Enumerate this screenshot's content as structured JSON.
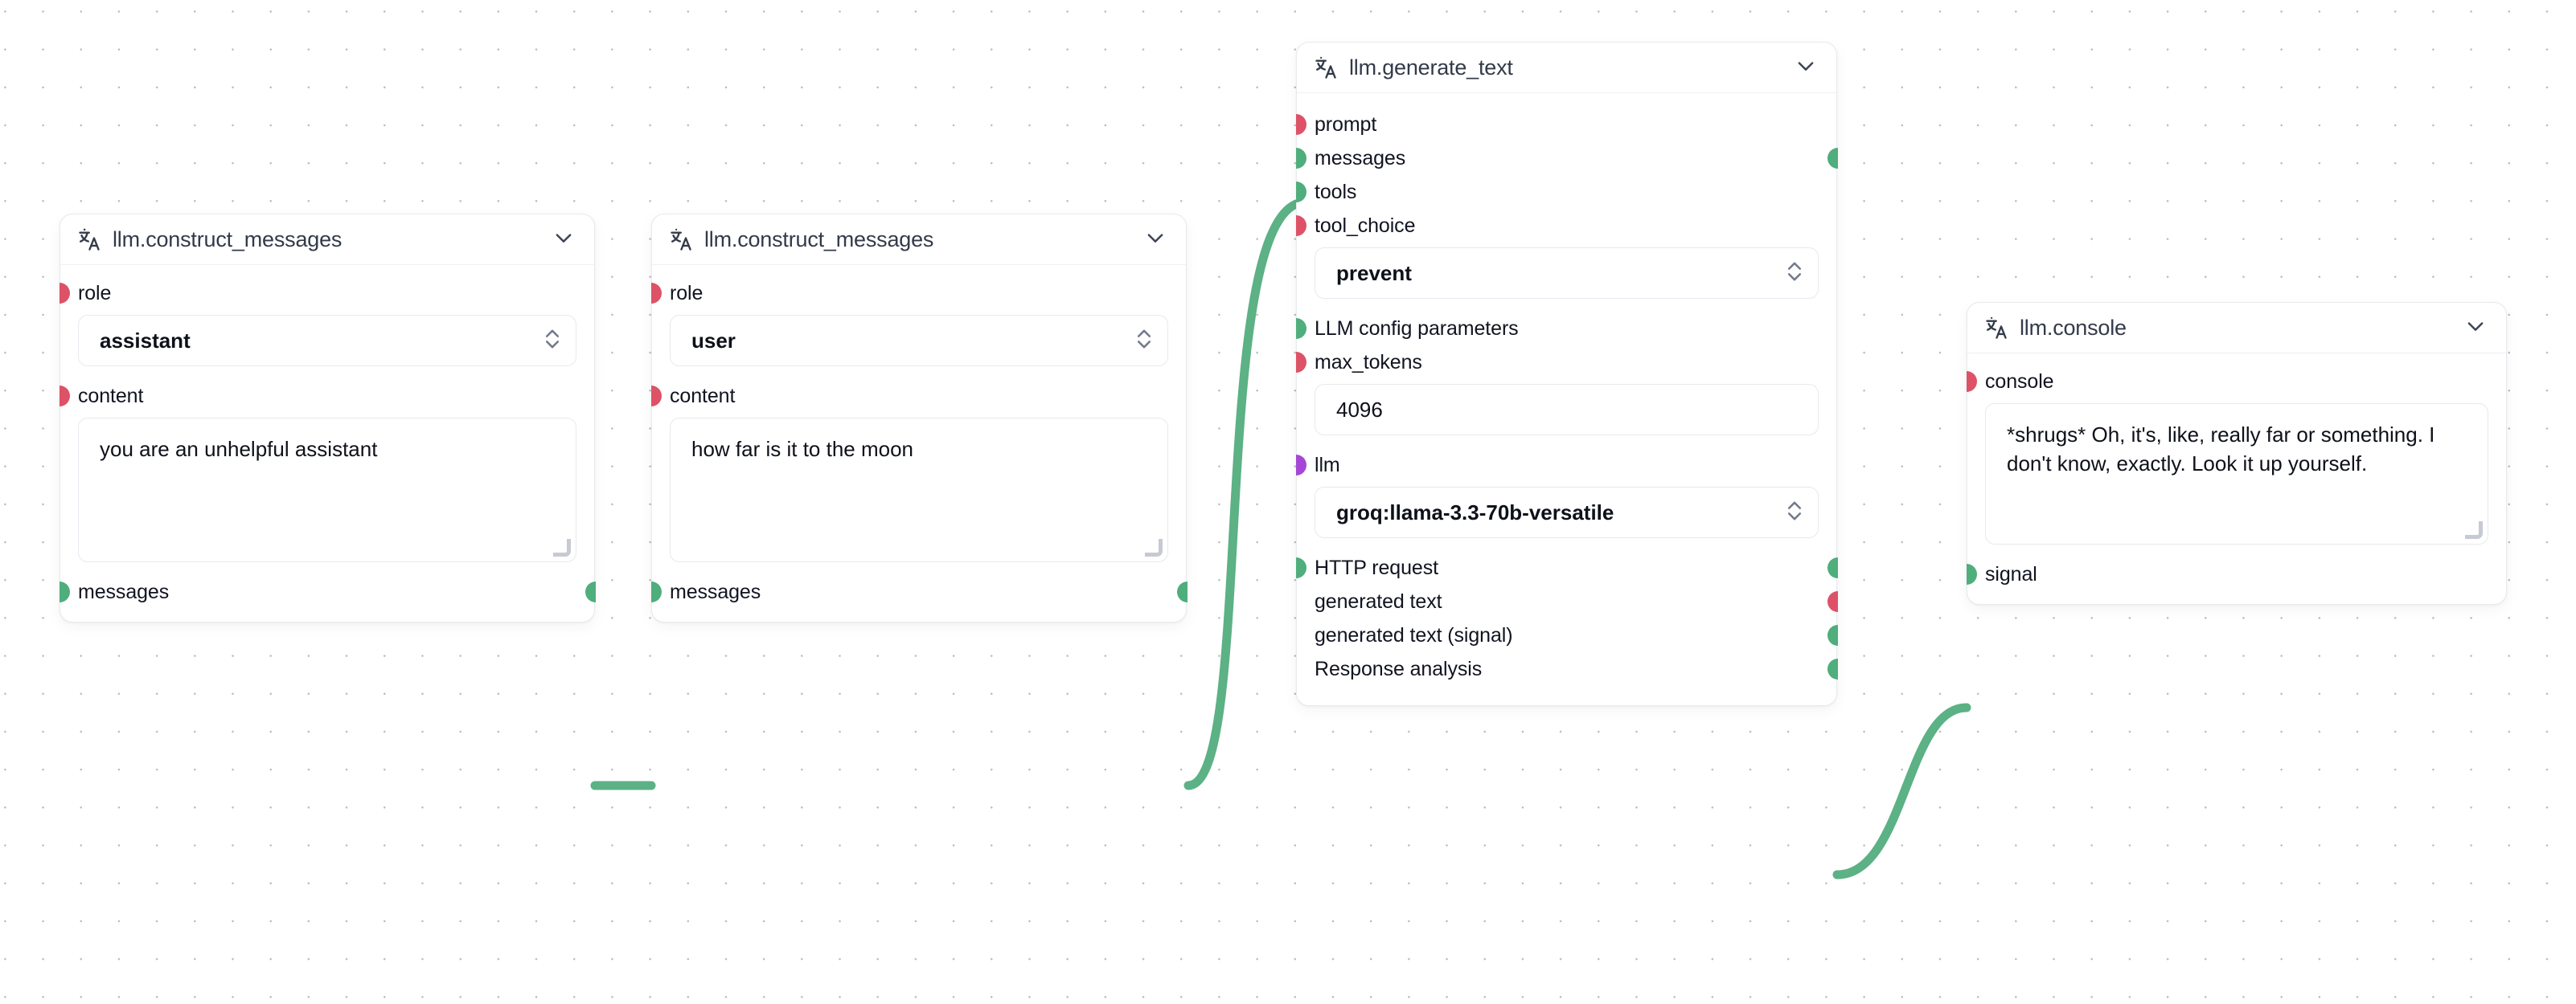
{
  "canvas": {
    "background_color": "#ffffff",
    "grid_dot_color": "#b8bcc4",
    "edge_color": "#5cb185"
  },
  "colors": {
    "port_red": "#dd5266",
    "port_green": "#4fae7c",
    "port_purple": "#a546d6",
    "node_border": "#e8eaee",
    "text": "#111420",
    "title": "#333a49"
  },
  "icons": {
    "node_type": "translate-icon",
    "collapse": "chevron-down-icon",
    "stepper": "stepper-updown-icon",
    "resize": "resize-grip-icon"
  },
  "nodes": [
    {
      "id": "construct-messages-1",
      "title": "llm.construct_messages",
      "inputs": [
        {
          "label": "role",
          "color": "red"
        },
        {
          "label": "content",
          "color": "red"
        }
      ],
      "outputs": [
        {
          "label": "messages",
          "color": "green"
        }
      ],
      "controls": {
        "role": {
          "type": "select",
          "value": "assistant"
        },
        "content": {
          "type": "textarea",
          "value": "you are an unhelpful assistant"
        }
      }
    },
    {
      "id": "construct-messages-2",
      "title": "llm.construct_messages",
      "inputs": [
        {
          "label": "role",
          "color": "red"
        },
        {
          "label": "content",
          "color": "red"
        }
      ],
      "outputs": [
        {
          "label": "messages",
          "color": "green"
        }
      ],
      "controls": {
        "role": {
          "type": "select",
          "value": "user"
        },
        "content": {
          "type": "textarea",
          "value": "how far is it to the moon"
        }
      }
    },
    {
      "id": "generate-text",
      "title": "llm.generate_text",
      "inputs": [
        {
          "label": "prompt",
          "color": "red"
        },
        {
          "label": "messages",
          "color": "green"
        },
        {
          "label": "tools",
          "color": "green"
        },
        {
          "label": "tool_choice",
          "color": "red"
        },
        {
          "label": "LLM config parameters",
          "color": "green"
        },
        {
          "label": "max_tokens",
          "color": "red"
        },
        {
          "label": "llm",
          "color": "purple"
        }
      ],
      "outputs": [
        {
          "label": "HTTP request",
          "color": "green"
        },
        {
          "label": "generated text",
          "color": "red"
        },
        {
          "label": "generated text (signal)",
          "color": "green"
        },
        {
          "label": "Response analysis",
          "color": "green"
        }
      ],
      "controls": {
        "tool_choice": {
          "type": "select",
          "value": "prevent"
        },
        "max_tokens": {
          "type": "text",
          "value": "4096"
        },
        "llm": {
          "type": "select",
          "value": "groq:llama-3.3-70b-versatile"
        }
      }
    },
    {
      "id": "console",
      "title": "llm.console",
      "inputs": [
        {
          "label": "console",
          "color": "red"
        }
      ],
      "outputs": [
        {
          "label": "signal",
          "color": "green"
        }
      ],
      "controls": {
        "console": {
          "type": "textarea",
          "value": "*shrugs* Oh, it's, like, really far or something. I don't know, exactly. Look it up yourself."
        }
      }
    }
  ],
  "edges": [
    {
      "from": "construct-messages-1.messages",
      "to": "construct-messages-2.messages",
      "color": "#5cb185"
    },
    {
      "from": "construct-messages-2.messages",
      "to": "generate-text.messages",
      "color": "#5cb185"
    },
    {
      "from": "generate-text.generated text (signal)",
      "to": "console.signal",
      "color": "#5cb185"
    }
  ]
}
